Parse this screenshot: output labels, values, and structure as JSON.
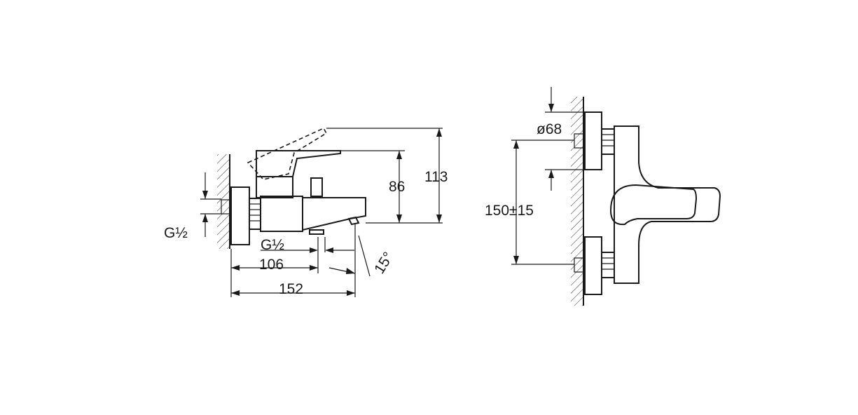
{
  "labels": {
    "g_half_left": "G½",
    "g_half_bottom": "G½",
    "dim_106": "106",
    "dim_152": "152",
    "dim_86": "86",
    "dim_113": "113",
    "angle_15": "15°",
    "dia_68": "ø68",
    "dim_150": "150±15"
  },
  "colors": {
    "ink": "#1a1a1a",
    "background": "#ffffff"
  }
}
